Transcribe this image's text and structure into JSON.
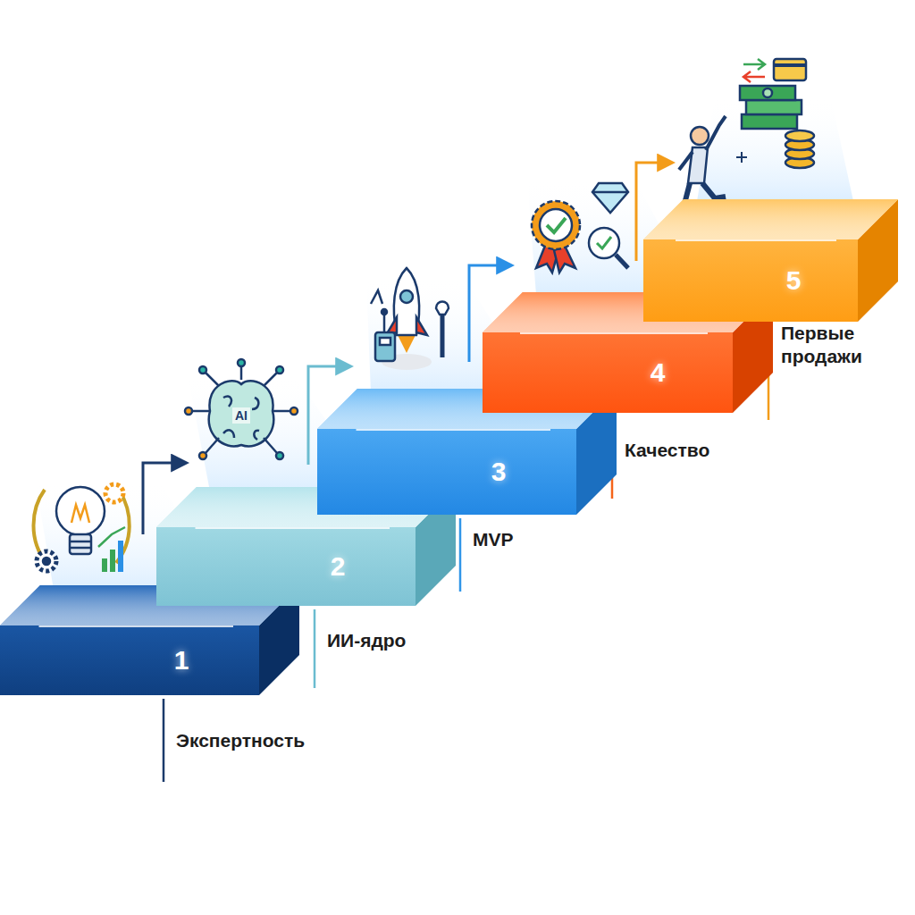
{
  "diagram": {
    "nodes": [
      {
        "text": [
          "1",
          "Экспертность"
        ]
      },
      {
        "text": [
          "2",
          "ИИ-ядро"
        ]
      },
      {
        "text": [
          "3",
          "MVP"
        ]
      },
      {
        "text": [
          "4",
          "Качество"
        ]
      },
      {
        "text": [
          "5",
          "Первые продажи"
        ]
      }
    ],
    "edges": [
      {
        "from": 0,
        "to": 1,
        "arrow": "to"
      },
      {
        "from": 1,
        "to": 2,
        "arrow": "to"
      },
      {
        "from": 2,
        "to": 3,
        "arrow": "to"
      },
      {
        "from": 3,
        "to": 4,
        "arrow": "to"
      }
    ],
    "labels": [
      "AI"
    ]
  }
}
